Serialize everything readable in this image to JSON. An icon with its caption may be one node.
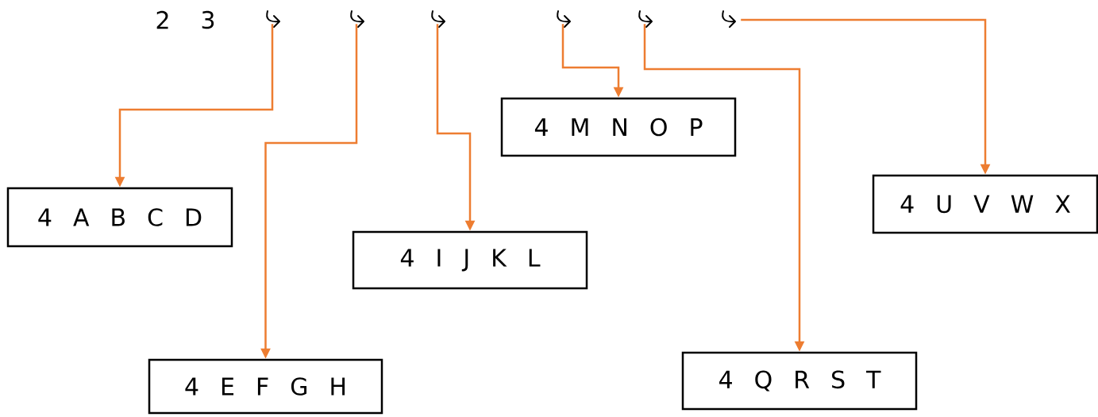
{
  "diagram": {
    "nodes": [
      {
        "text": [],
        "shape": "arrow"
      },
      {
        "text": [],
        "shape": "arrow"
      },
      {
        "text": [],
        "shape": "arrow"
      },
      {
        "text": [],
        "shape": "arrow"
      },
      {
        "text": [],
        "shape": "arrow"
      },
      {
        "text": [],
        "shape": "arrow"
      },
      {
        "text": [
          "4 A B C D"
        ]
      },
      {
        "text": [
          "4 E F G H"
        ]
      },
      {
        "text": [
          "4 I J K L"
        ]
      },
      {
        "text": [
          "4 M N O P"
        ]
      },
      {
        "text": [
          "4 Q R S T"
        ]
      },
      {
        "text": [
          "4 U V W X"
        ]
      }
    ],
    "edges": [
      {
        "from": 0,
        "to": 6,
        "arrow": "to"
      },
      {
        "from": 1,
        "to": 7,
        "arrow": "to"
      },
      {
        "from": 2,
        "to": 8,
        "arrow": "to"
      },
      {
        "from": 3,
        "to": 9,
        "arrow": "to"
      },
      {
        "from": 4,
        "to": 10,
        "arrow": "to"
      },
      {
        "from": 5,
        "to": 11,
        "arrow": "to"
      }
    ],
    "labels": [
      "2",
      "3"
    ]
  }
}
